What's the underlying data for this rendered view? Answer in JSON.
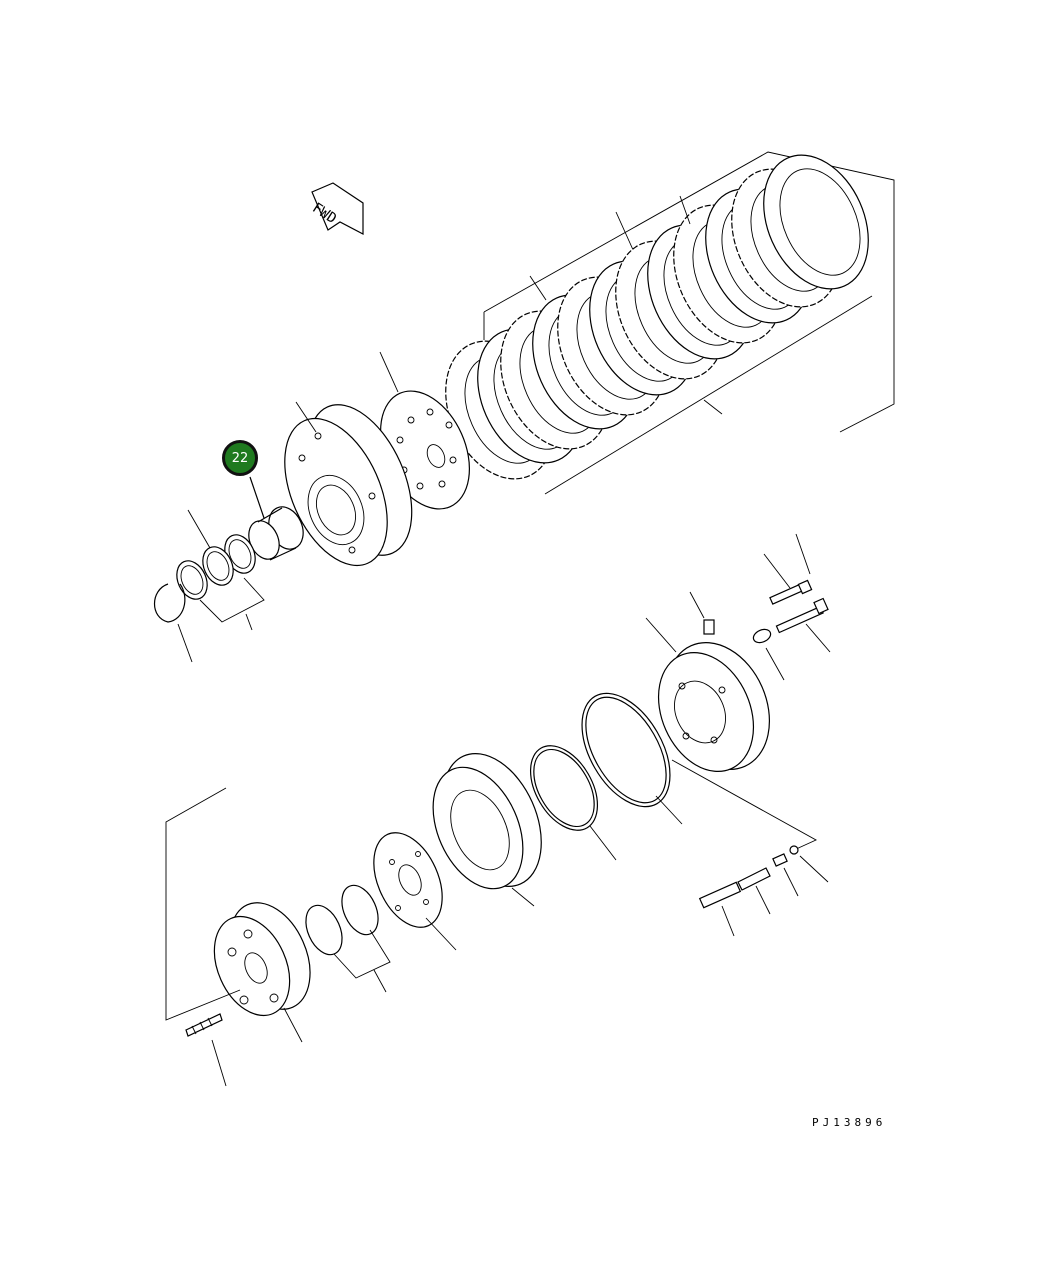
{
  "diagram": {
    "direction_label": "FWD",
    "drawing_code": "PJ13896",
    "callouts": [
      {
        "number": "22",
        "status": "highlighted",
        "color": "#1f7a1f"
      }
    ]
  }
}
